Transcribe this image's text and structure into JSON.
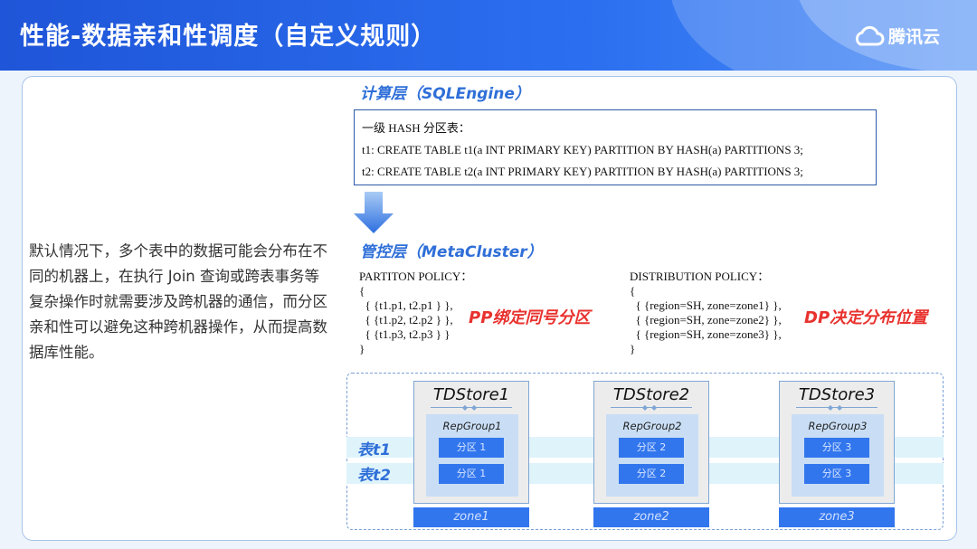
{
  "header": {
    "title": "性能-数据亲和性调度（自定义规则）",
    "logo_text": "腾讯云"
  },
  "left_text": "默认情况下，多个表中的数据可能会分布在不同的机器上，在执行 Join 查询或跨表事务等复杂操作时就需要涉及跨机器的通信，而分区亲和性可以避免这种跨机器操作，从而提高数据库性能。",
  "compute": {
    "title": "计算层（SQLEngine）",
    "lines": [
      "一级 HASH 分区表：",
      "t1: CREATE TABLE t1(a INT PRIMARY KEY) PARTITION BY HASH(a) PARTITIONS 3;",
      "t2: CREATE TABLE t2(a INT PRIMARY KEY) PARTITION BY HASH(a) PARTITIONS 3;"
    ]
  },
  "control": {
    "title": "管控层（MetaCluster）",
    "partition_policy": "PARTITON POLICY：\n{\n  { {t1.p1, t2.p1 } },\n  { {t1.p2, t2.p2 } },\n  { {t1.p3, t2.p3 } }\n}",
    "distribution_policy": "DISTRIBUTION POLICY：\n{\n  { {region=SH, zone=zone1} },\n  { {region=SH, zone=zone2} },\n  { {region=SH, zone=zone3} },\n}",
    "pp_label": "PP绑定同号分区",
    "dp_label": "DP决定分布位置"
  },
  "diagram": {
    "tables": [
      "表t1",
      "表t2"
    ],
    "stores": [
      {
        "name": "TDStore1",
        "repgroup": "RepGroup1",
        "parts": [
          "分区 1",
          "分区 1"
        ],
        "zone": "zone1"
      },
      {
        "name": "TDStore2",
        "repgroup": "RepGroup2",
        "parts": [
          "分区 2",
          "分区 2"
        ],
        "zone": "zone2"
      },
      {
        "name": "TDStore3",
        "repgroup": "RepGroup3",
        "parts": [
          "分区 3",
          "分区 3"
        ],
        "zone": "zone3"
      }
    ]
  }
}
